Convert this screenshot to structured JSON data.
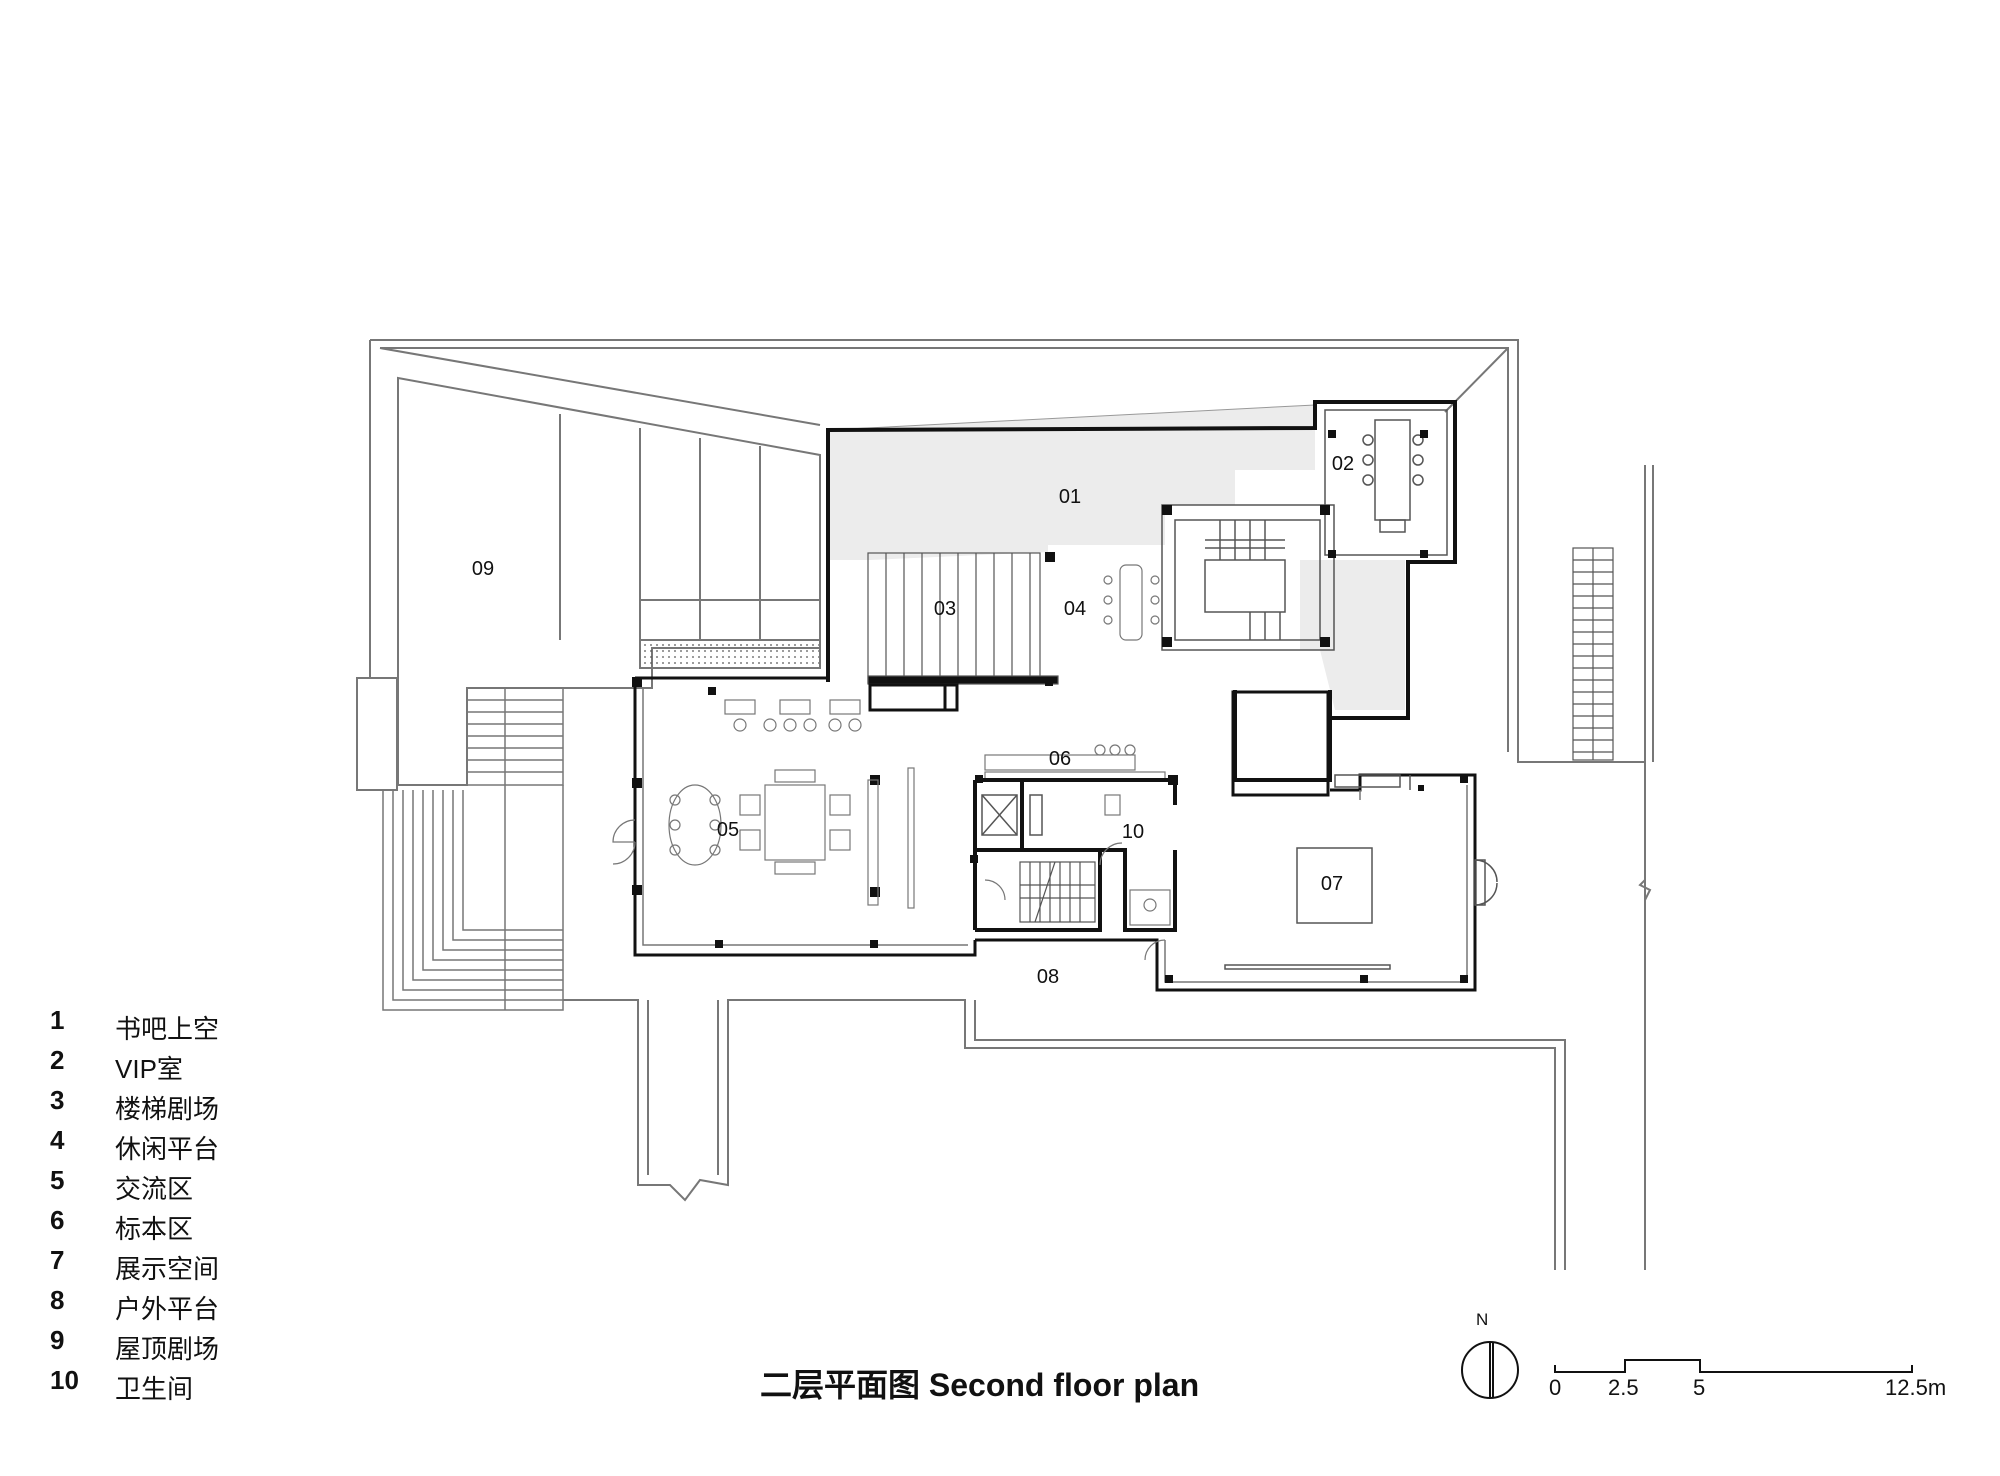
{
  "rooms": {
    "r01": "01",
    "r02": "02",
    "r03": "03",
    "r04": "04",
    "r05": "05",
    "r06": "06",
    "r07": "07",
    "r08": "08",
    "r09": "09",
    "r10": "10"
  },
  "legend": [
    {
      "num": "1",
      "label": "书吧上空"
    },
    {
      "num": "2",
      "label": "VIP室"
    },
    {
      "num": "3",
      "label": "楼梯剧场"
    },
    {
      "num": "4",
      "label": "休闲平台"
    },
    {
      "num": "5",
      "label": "交流区"
    },
    {
      "num": "6",
      "label": "标本区"
    },
    {
      "num": "7",
      "label": "展示空间"
    },
    {
      "num": "8",
      "label": "户外平台"
    },
    {
      "num": "9",
      "label": "屋顶剧场"
    },
    {
      "num": "10",
      "label": "卫生间"
    }
  ],
  "title": "二层平面图 Second floor plan",
  "north_label": "N",
  "scale_bar": {
    "t0": "0",
    "t1": "2.5",
    "t2": "5",
    "t3": "12.5m"
  },
  "colors": {
    "line": "#111111",
    "thin": "#777777",
    "fill_grey": "#ececec"
  }
}
